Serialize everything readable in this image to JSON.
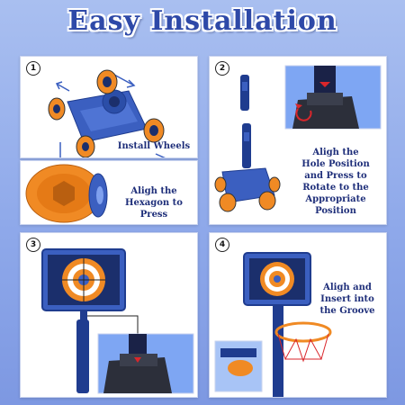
{
  "title": "Easy Installation",
  "steps": [
    {
      "number": "1",
      "caption": "Install Wheels"
    },
    {
      "number": "2",
      "caption_lines": [
        "Aligh the",
        "Hole Position",
        "and Press to",
        "Rotate to the",
        "Appropriate",
        "Position"
      ]
    },
    {
      "number": "3"
    },
    {
      "number": "4",
      "caption_lines": [
        "Aligh and",
        "Insert into",
        "the Groove"
      ]
    }
  ],
  "detail_1": {
    "caption_lines": [
      "Aligh the",
      "Hexagon to Press"
    ]
  },
  "colors": {
    "background": "#8fa9ea",
    "title": "#2e49a8",
    "caption": "#1f2f7a",
    "toy_blue": "#3b5fc0",
    "toy_orange": "#f08a24",
    "annotation_red": "#d9262b"
  }
}
